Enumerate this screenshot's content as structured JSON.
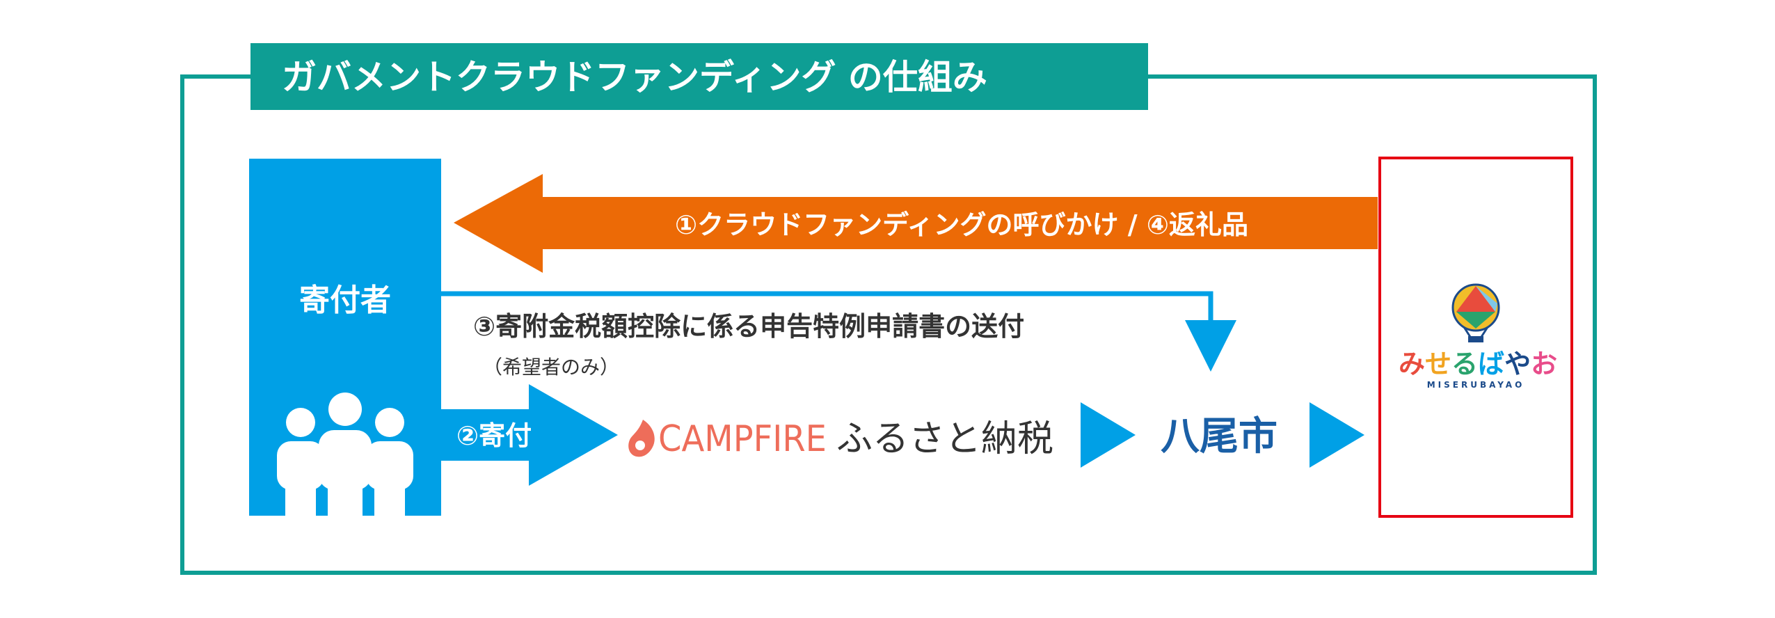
{
  "title": "ガバメントクラウドファンディング の仕組み",
  "donor_label": "寄付者",
  "flows": {
    "orange_arrow": "①クラウドファンディングの呼びかけ / ④返礼品",
    "application": "③寄附金税額控除に係る申告特例申請書の送付",
    "application_note": "（希望者のみ）",
    "donation": "②寄付"
  },
  "campfire": {
    "brand": "CAMPFIRE",
    "suffix": "ふるさと納税"
  },
  "city": "八尾市",
  "partner_logo": {
    "name": "みせるばやお",
    "subtitle": "MISERUBAYAO"
  },
  "colors": {
    "teal": "#0e9e94",
    "blue": "#00a0e6",
    "orange": "#ec6a06",
    "red_border": "#e60012",
    "campfire": "#ee6d5a",
    "city_text": "#1a5fa6"
  },
  "icons": [
    "people-icon",
    "fire-icon",
    "balloon-icon"
  ]
}
